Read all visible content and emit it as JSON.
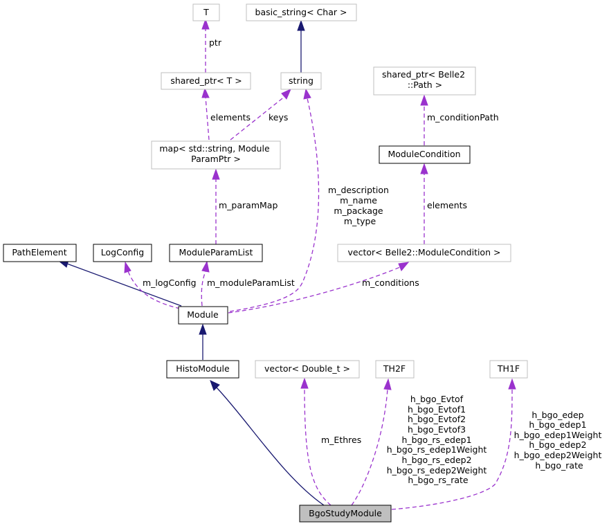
{
  "nodes": {
    "T": "T",
    "basic_string": "basic_string< Char >",
    "shared_ptr_T": "shared_ptr< T >",
    "string": "string",
    "shared_ptr_path_1": "shared_ptr< Belle2",
    "shared_ptr_path_2": "::Path >",
    "map_1": "map< std::string, Module",
    "map_2": "ParamPtr >",
    "module_condition": "ModuleCondition",
    "path_element": "PathElement",
    "log_config": "LogConfig",
    "module_param_list": "ModuleParamList",
    "vector_condition": "vector< Belle2::ModuleCondition >",
    "module": "Module",
    "histo_module": "HistoModule",
    "vector_double": "vector< Double_t >",
    "th2f": "TH2F",
    "th1f": "TH1F",
    "bgo_study_module": "BgoStudyModule"
  },
  "edge_labels": {
    "ptr": "ptr",
    "elements_map": "elements",
    "keys": "keys",
    "m_condition_path": "m_conditionPath",
    "m_param_map": "m_paramMap",
    "elements_vector": "elements",
    "string_members": [
      "m_description",
      "m_name",
      "m_package",
      "m_type"
    ],
    "m_log_config": "m_logConfig",
    "m_module_param_list": "m_moduleParamList",
    "m_conditions": "m_conditions",
    "m_ethres": "m_Ethres",
    "th2f_members": [
      "h_bgo_Evtof",
      "h_bgo_Evtof1",
      "h_bgo_Evtof2",
      "h_bgo_Evtof3",
      "h_bgo_rs_edep1",
      "h_bgo_rs_edep1Weight",
      "h_bgo_rs_edep2",
      "h_bgo_rs_edep2Weight",
      "h_bgo_rs_rate"
    ],
    "th1f_members": [
      "h_bgo_edep",
      "h_bgo_edep1",
      "h_bgo_edep1Weight",
      "h_bgo_edep2",
      "h_bgo_edep2Weight",
      "h_bgo_rate"
    ]
  },
  "colors": {
    "inheritance_edge": "#191970",
    "usage_edge": "#9a32cd",
    "gray_border": "#bfbfbf",
    "focus_fill": "#bfbfbf"
  }
}
